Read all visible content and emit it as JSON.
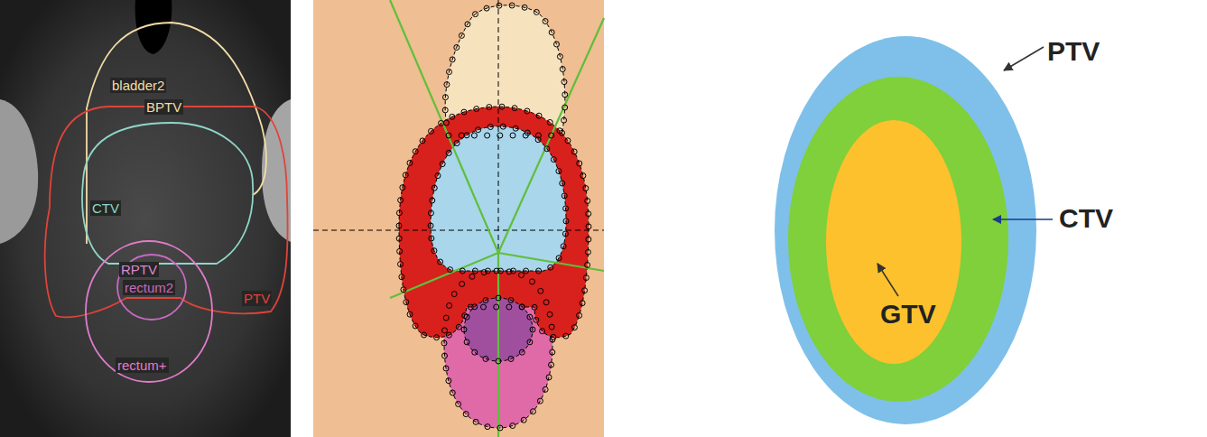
{
  "diagram": {
    "nodes": [
      {
        "text": [
          "PTV"
        ]
      },
      {
        "text": [
          "CTV"
        ],
        "in": 0
      },
      {
        "text": [
          "GTV"
        ],
        "in": 1
      }
    ],
    "labels": [
      "bladder2",
      "BPTV",
      "CTV",
      "RPTV",
      "rectum2",
      "PTV",
      "rectum+"
    ]
  }
}
